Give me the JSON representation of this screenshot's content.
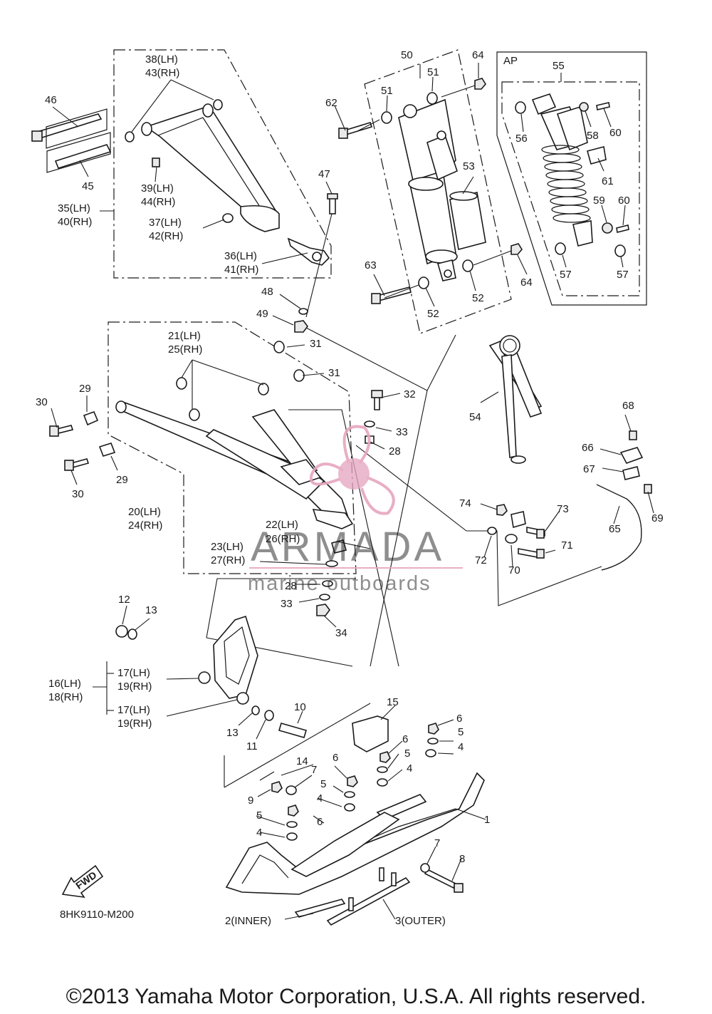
{
  "diagram_code": "8HK9110-M200",
  "fwd_label": "FWD",
  "ap_label": "AP",
  "copyright": "©2013 Yamaha Motor Corporation, U.S.A. All rights reserved.",
  "watermark": {
    "brand": "ARMADA",
    "tagline": "marine outboards",
    "color": "#e6a6bf"
  },
  "callouts": {
    "c1": "1",
    "c2": "2(INNER)",
    "c3": "3(OUTER)",
    "c4a": "4",
    "c4b": "4",
    "c4c": "4",
    "c4d": "4",
    "c5a": "5",
    "c5b": "5",
    "c5c": "5",
    "c5d": "5",
    "c6a": "6",
    "c6b": "6",
    "c6c": "6",
    "c6d": "6",
    "c7a": "7",
    "c7b": "7",
    "c8": "8",
    "c9": "9",
    "c10": "10",
    "c11": "11",
    "c12": "12",
    "c13a": "13",
    "c13b": "13",
    "c14": "14",
    "c15": "15",
    "c16": "16(LH)",
    "c18": "18(RH)",
    "c17a": "17(LH)",
    "c19a": "19(RH)",
    "c17b": "17(LH)",
    "c19b": "19(RH)",
    "c20": "20(LH)",
    "c24": "24(RH)",
    "c21": "21(LH)",
    "c25": "25(RH)",
    "c22": "22(LH)",
    "c26": "26(RH)",
    "c23": "23(LH)",
    "c27": "27(RH)",
    "c28a": "28",
    "c28b": "28",
    "c29a": "29",
    "c29b": "29",
    "c30a": "30",
    "c30b": "30",
    "c31a": "31",
    "c31b": "31",
    "c32": "32",
    "c33a": "33",
    "c33b": "33",
    "c34": "34",
    "c35": "35(LH)",
    "c40": "40(RH)",
    "c36": "36(LH)",
    "c41": "41(RH)",
    "c37": "37(LH)",
    "c42": "42(RH)",
    "c38": "38(LH)",
    "c43": "43(RH)",
    "c39": "39(LH)",
    "c44": "44(RH)",
    "c45": "45",
    "c46": "46",
    "c47": "47",
    "c48": "48",
    "c49": "49",
    "c50": "50",
    "c51a": "51",
    "c51b": "51",
    "c52a": "52",
    "c52b": "52",
    "c53": "53",
    "c54": "54",
    "c55": "55",
    "c56": "56",
    "c57a": "57",
    "c57b": "57",
    "c58": "58",
    "c59": "59",
    "c60a": "60",
    "c60b": "60",
    "c61": "61",
    "c62": "62",
    "c63": "63",
    "c64a": "64",
    "c64b": "64",
    "c65": "65",
    "c66": "66",
    "c67": "67",
    "c68": "68",
    "c69": "69",
    "c70": "70",
    "c71": "71",
    "c72": "72",
    "c73": "73",
    "c74": "74"
  }
}
